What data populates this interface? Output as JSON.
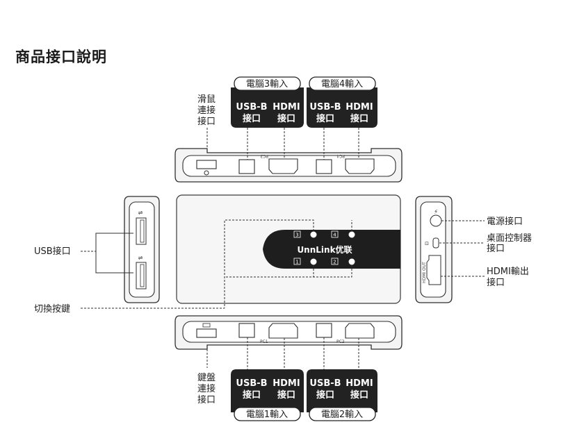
{
  "title": "商品接口說明",
  "top_callouts": {
    "pc3_label": "電腦3輸入",
    "pc4_label": "電腦4輸入",
    "usb_b": "USB-B",
    "hdmi": "HDMI",
    "port_word": "接口"
  },
  "bottom_callouts": {
    "pc1_label": "電腦1輸入",
    "pc2_label": "電腦2輸入"
  },
  "side_labels": {
    "mouse": [
      "滑鼠",
      "連接",
      "接口"
    ],
    "keyboard": [
      "鍵盤",
      "連接",
      "接口"
    ],
    "usb_port": "USB接口",
    "switch_button": "切換按鍵",
    "power_port": "電源接口",
    "desktop_control": [
      "桌面控制器",
      "接口"
    ],
    "hdmi_output": [
      "HDMI輸出",
      "接口"
    ]
  },
  "device_markings": {
    "brand": "UnnLink优联",
    "pc1": "PC1",
    "pc2": "PC2",
    "pc3": "PC3",
    "pc4": "PC4",
    "hdmi_out": "HDMI OUT",
    "buttons": [
      "3",
      "4",
      "1",
      "2"
    ]
  },
  "icons": [
    "usb-icon",
    "mouse-icon",
    "keyboard-icon",
    "power-bolt-icon",
    "desktop-controller-icon"
  ]
}
